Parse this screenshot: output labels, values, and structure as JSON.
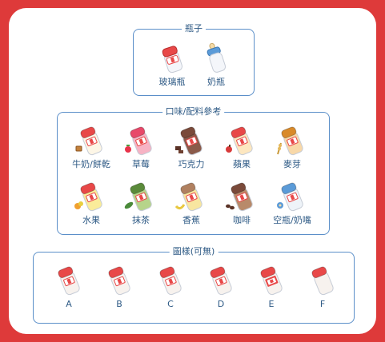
{
  "bottles_section": {
    "title": "瓶子",
    "items": [
      {
        "label": "玻璃瓶",
        "icon": "glass-bottle-icon"
      },
      {
        "label": "奶瓶",
        "icon": "baby-bottle-icon"
      }
    ]
  },
  "flavors_section": {
    "title": "口味/配料參考",
    "items": [
      {
        "label": "牛奶/餅乾",
        "cap": "#e84848",
        "fill": "#fdf6e6",
        "extra": "cookie"
      },
      {
        "label": "草莓",
        "cap": "#e8496a",
        "fill": "#f7b3c4",
        "extra": "strawberry"
      },
      {
        "label": "巧克力",
        "cap": "#7a4a3a",
        "fill": "#8a5a4a",
        "extra": "chocolate"
      },
      {
        "label": "蘋果",
        "cap": "#e84848",
        "fill": "#fde7c0",
        "extra": "apple"
      },
      {
        "label": "麥芽",
        "cap": "#d98a2a",
        "fill": "#f8d8a8",
        "extra": "wheat"
      },
      {
        "label": "水果",
        "cap": "#e84848",
        "fill": "#faec9a",
        "extra": "fruit"
      },
      {
        "label": "抹茶",
        "cap": "#5a8a3a",
        "fill": "#b6d48a",
        "extra": "leaf"
      },
      {
        "label": "香蕉",
        "cap": "#b08060",
        "fill": "#f8e6a0",
        "extra": "banana"
      },
      {
        "label": "咖啡",
        "cap": "#7a4a3a",
        "fill": "#b88a6a",
        "extra": "coffee"
      },
      {
        "label": "空瓶/奶嘴",
        "cap": "#5b9bd8",
        "fill": "#eef3f8",
        "extra": "pacifier"
      }
    ]
  },
  "patterns_section": {
    "title": "圖樣(可無)",
    "items": [
      {
        "label": "A",
        "pattern": "logo"
      },
      {
        "label": "B",
        "pattern": "logo"
      },
      {
        "label": "C",
        "pattern": "logo"
      },
      {
        "label": "D",
        "pattern": "logo"
      },
      {
        "label": "E",
        "pattern": "logo-box"
      },
      {
        "label": "F",
        "pattern": "none"
      }
    ]
  },
  "colors": {
    "background": "#de3a3a",
    "card": "#ffffff",
    "border": "#5b8fc9",
    "text": "#2f5b86",
    "cap_red": "#e84848"
  }
}
